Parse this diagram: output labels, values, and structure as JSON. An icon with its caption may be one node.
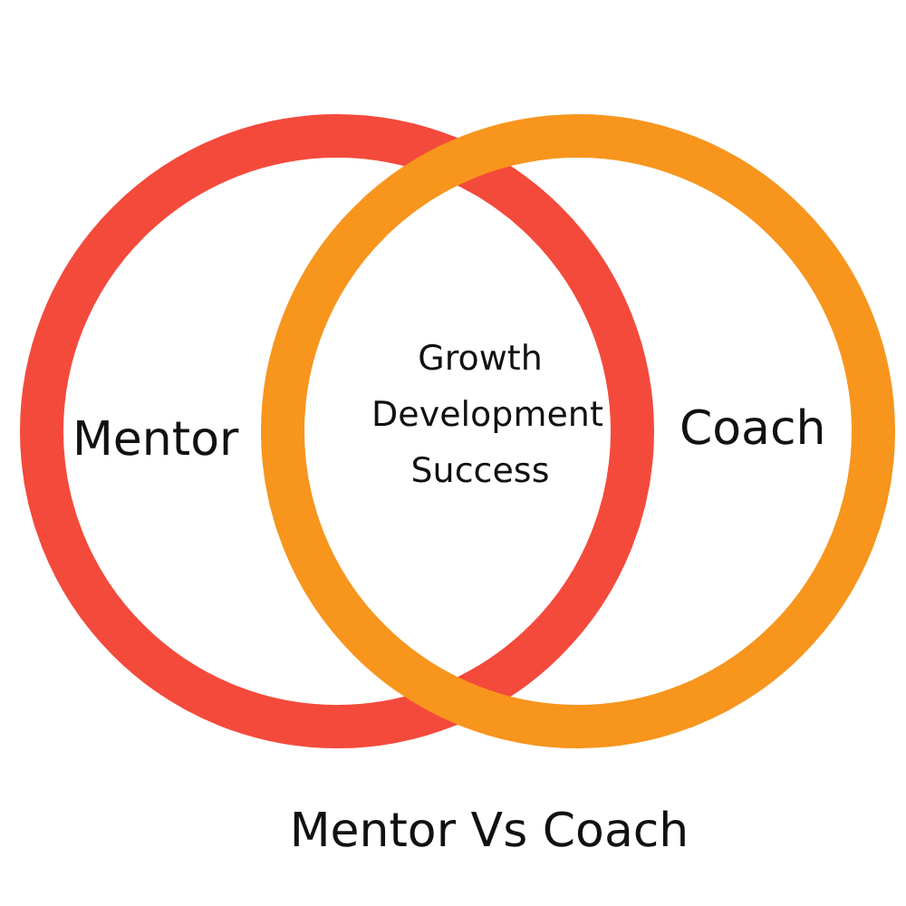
{
  "diagram": {
    "caption": "Mentor Vs Coach",
    "nodes": [
      {
        "text": [
          "Mentor"
        ]
      },
      {
        "text": [
          "Coach"
        ]
      }
    ],
    "labels": [
      "Growth",
      "Development",
      "Success"
    ]
  }
}
